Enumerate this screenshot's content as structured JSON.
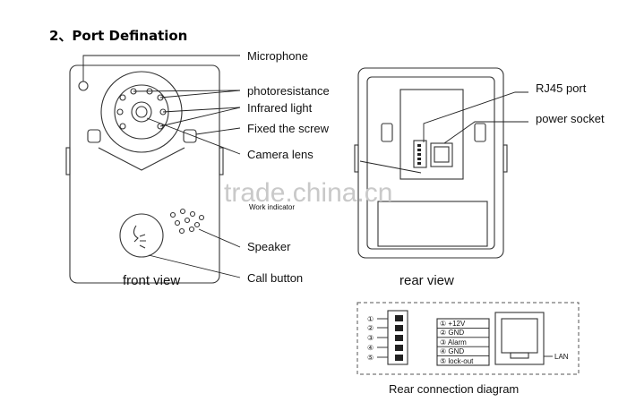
{
  "title": "2、Port Defination",
  "front_view": {
    "caption": "front view",
    "labels": {
      "microphone": "Microphone",
      "photoresistance": "photoresistance",
      "infrared": "Infrared light",
      "screw": "Fixed the screw",
      "camera": "Camera lens",
      "speaker": "Speaker",
      "call": "Call button"
    }
  },
  "rear_view": {
    "caption": "rear view",
    "labels": {
      "rj45": "RJ45 port",
      "power": "power socket"
    }
  },
  "connection_diagram": {
    "caption": "Rear connection diagram",
    "pins": [
      "①",
      "②",
      "③",
      "④",
      "⑤"
    ],
    "pin_labels": [
      "① +12V",
      "② GND",
      "③ Alarm",
      "④ GND",
      "⑤ lock-out"
    ],
    "lan_label": "LAN"
  },
  "watermark": "trade.china.cn",
  "watermark_sub": "Work indicator"
}
